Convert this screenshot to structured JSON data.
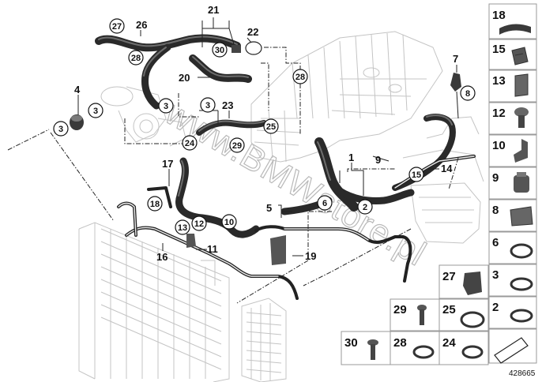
{
  "diagram": {
    "id_number": "428665",
    "watermark": "www.BMWstore.pl",
    "callouts_plain": [
      "21",
      "26",
      "22",
      "20",
      "23",
      "7",
      "4",
      "17",
      "1",
      "9",
      "14",
      "5",
      "11",
      "16",
      "19"
    ],
    "callouts_circled": [
      "27",
      "28",
      "30",
      "28",
      "3",
      "3",
      "3",
      "3",
      "8",
      "25",
      "24",
      "29",
      "18",
      "10",
      "6",
      "2",
      "15",
      "13",
      "12"
    ]
  },
  "legend": {
    "right_column": [
      "18",
      "15",
      "13",
      "12",
      "10",
      "9",
      "8",
      "6",
      "3",
      "2"
    ],
    "bottom_row_1": [
      "27"
    ],
    "bottom_row_2": [
      "29",
      "25"
    ],
    "bottom_row_3": [
      "30",
      "28",
      "24"
    ]
  }
}
